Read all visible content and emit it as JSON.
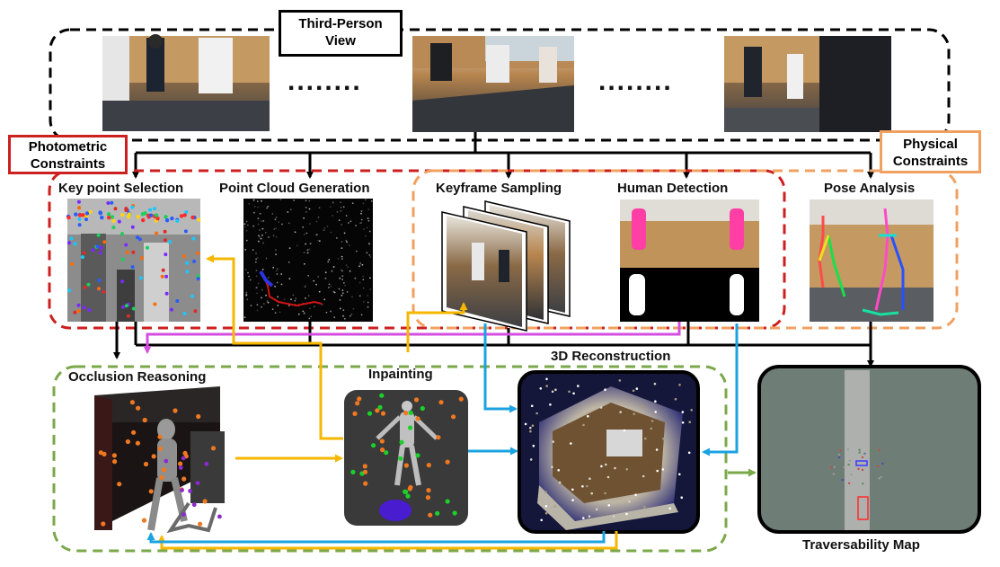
{
  "top_section": {
    "view_label": "Third-Person View",
    "ellipsis": "........"
  },
  "constraints": {
    "photometric": "Photometric Constraints",
    "physical": "Physical Constraints"
  },
  "modules": {
    "keypoint_selection": "Key point Selection",
    "point_cloud_generation": "Point Cloud Generation",
    "keyframe_sampling": "Keyframe Sampling",
    "human_detection": "Human Detection",
    "pose_analysis": "Pose Analysis"
  },
  "stages": {
    "occlusion_reasoning": "Occlusion Reasoning",
    "inpainting": "Inpainting",
    "reconstruction_3d": "3D Reconstruction",
    "traversability_map": "Traversability Map"
  },
  "colors": {
    "photometric": "#cc1f1f",
    "physical": "#f0a060",
    "green_group": "#7aa84a",
    "arrow_yellow": "#f5b700",
    "arrow_blue": "#1aa3e0",
    "arrow_magenta": "#d44ee0"
  }
}
